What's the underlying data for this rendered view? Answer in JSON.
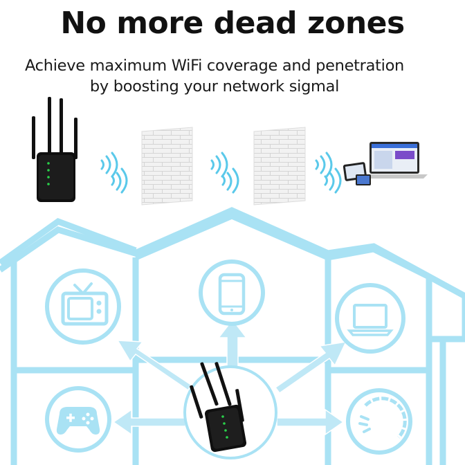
{
  "headline": "No more dead zones",
  "subheadline_line1": "Achieve maximum WiFi coverage and penetration",
  "subheadline_line2": "by boosting your network sigmal",
  "colors": {
    "house_line": "#a9e2f4",
    "house_line_dark": "#8fd4ea",
    "arrow": "#bfe8f6",
    "signal": "#5ac9ea",
    "brick": "#e6e6e6",
    "device_body": "#111111",
    "led": "#29d14a"
  },
  "icons": [
    "tv-icon",
    "smartphone-icon",
    "laptop-icon",
    "gamepad-icon",
    "smart-home-icon",
    "wifi-signal-icon",
    "brick-wall-icon",
    "wifi-extender-icon"
  ]
}
